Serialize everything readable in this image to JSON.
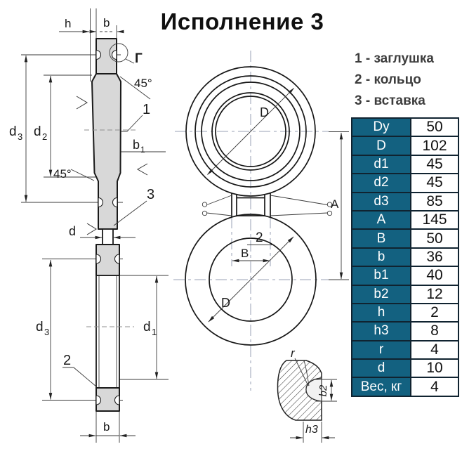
{
  "title": "Исполнение 3",
  "legend": {
    "items": [
      "1 - заглушка",
      "2 - кольцо",
      "3 - вставка"
    ]
  },
  "table": {
    "rows": [
      {
        "param": "Dy",
        "value": "50"
      },
      {
        "param": "D",
        "value": "102"
      },
      {
        "param": "d1",
        "value": "45"
      },
      {
        "param": "d2",
        "value": "45"
      },
      {
        "param": "d3",
        "value": "85"
      },
      {
        "param": "A",
        "value": "145"
      },
      {
        "param": "B",
        "value": "50"
      },
      {
        "param": "b",
        "value": "36"
      },
      {
        "param": "b1",
        "value": "40"
      },
      {
        "param": "b2",
        "value": "12"
      },
      {
        "param": "h",
        "value": "2"
      },
      {
        "param": "h3",
        "value": "8"
      },
      {
        "param": "r",
        "value": "4"
      },
      {
        "param": "d",
        "value": "10"
      },
      {
        "param": "Вес, кг",
        "value": "4"
      }
    ]
  },
  "drawing": {
    "labels": {
      "h": "h",
      "b": "b",
      "gamma": "Г",
      "angle45": "45°",
      "d": "d",
      "D": "D",
      "A": "A",
      "B": "B",
      "r": "r",
      "h3": "h3",
      "b2": "b2",
      "part1": "1",
      "part2": "2",
      "part3": "3",
      "d_base": "d",
      "b_base": "b",
      "sub1": "1",
      "sub2": "2",
      "sub3": "3"
    },
    "colors": {
      "part_fill": "#d8d8d8",
      "outline": "#1a1a1a",
      "dim_line": "#3a3a3a",
      "centerline": "#98a1b5",
      "table_header_bg": "#136180",
      "table_border": "#102330",
      "legend_text": "#3d3d3d"
    }
  }
}
